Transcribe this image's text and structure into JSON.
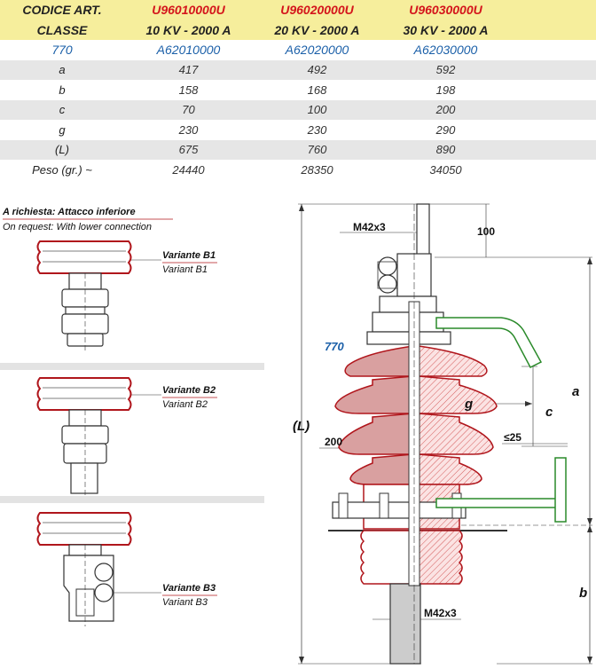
{
  "table": {
    "header": {
      "label1": "CODICE ART.",
      "codes": [
        "U96010000U",
        "U96020000U",
        "U96030000U"
      ],
      "label2": "CLASSE",
      "classes": [
        "10 KV - 2000 A",
        "20 KV - 2000 A",
        "30 KV - 2000 A"
      ]
    },
    "code_row": {
      "label": "770",
      "values": [
        "A62010000",
        "A62020000",
        "A62030000"
      ]
    },
    "rows": [
      {
        "label": "a",
        "values": [
          "417",
          "492",
          "592"
        ]
      },
      {
        "label": "b",
        "values": [
          "158",
          "168",
          "198"
        ]
      },
      {
        "label": "c",
        "values": [
          "70",
          "100",
          "200"
        ]
      },
      {
        "label": "g",
        "values": [
          "230",
          "230",
          "290"
        ]
      },
      {
        "label": "(L)",
        "values": [
          "675",
          "760",
          "890"
        ]
      },
      {
        "label": "Peso (gr.) ~",
        "values": [
          "24440",
          "28350",
          "34050"
        ]
      }
    ]
  },
  "left": {
    "title_it": "A richiesta: Attacco inferiore",
    "title_en": "On request: With lower connection",
    "variants": [
      {
        "it": "Variante B1",
        "en": "Variant B1"
      },
      {
        "it": "Variante B2",
        "en": "Variant B2"
      },
      {
        "it": "Variante B3",
        "en": "Variant B3"
      }
    ]
  },
  "drawing": {
    "thread_top": "M42x3",
    "thread_bottom": "M42x3",
    "dim_100": "100",
    "dim_a": "a",
    "dim_b": "b",
    "dim_c": "c",
    "dim_g": "g",
    "dim_L": "(L)",
    "dim_200": "200",
    "dim_le25": "≤25",
    "ref_770": "770"
  },
  "colors": {
    "header_bg": "#f6ee9c",
    "code_red": "#d4151c",
    "code_blue": "#1a5fa8",
    "shade": "#e6e6e6",
    "insulator_red": "#b0161c",
    "connector_green": "#2a8a2a"
  }
}
